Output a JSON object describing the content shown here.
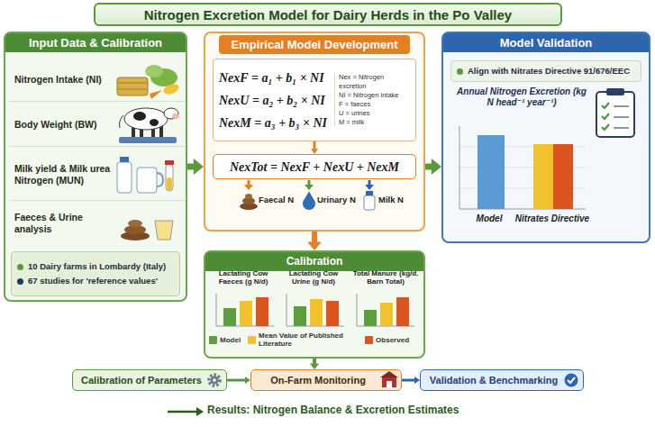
{
  "diagram": {
    "title": "Nitrogen Excretion Model for Dairy Herds in the Po Valley",
    "nodes": [
      {
        "text": [
          "Input Data & Calibration"
        ]
      },
      {
        "text": [
          "Nitrogen Intake (NI)"
        ],
        "in": 0
      },
      {
        "text": [
          "Body Weight (BW)"
        ],
        "in": 0
      },
      {
        "text": [
          "Milk yield & Milk urea Nitrogen (MUN)"
        ],
        "in": 0
      },
      {
        "text": [
          "Faeces & Urine analysis"
        ],
        "in": 0
      },
      {
        "text": [
          "10 Dairy farms in Lombardy (Italy)",
          "67 studies for 'reference values'"
        ],
        "in": 0
      },
      {
        "text": [
          "Empirical Model Development"
        ]
      },
      {
        "text": [
          "NexF = a₁ + b₁ × NI",
          "NexU = a₂ + b₂ × NI",
          "NexM = a₃ + b₃ × NI",
          "Nex = Nitrogen excretion",
          "NI = Nitrogen intake",
          "F = faeces",
          "U = urines",
          "M = milk"
        ],
        "in": 6
      },
      {
        "text": [
          "NexTot = NexF + NexU + NexM"
        ],
        "in": 6
      },
      {
        "text": [
          "Model Validation"
        ]
      },
      {
        "text": [
          "Align with Nitrates Directive 91/676/EEC"
        ],
        "in": 9
      },
      {
        "text": [
          "Calibration"
        ]
      },
      {
        "text": [
          "Calibration of Parameters"
        ]
      },
      {
        "text": [
          "On-Farm Monitoring"
        ]
      },
      {
        "text": [
          "Validation & Benchmarking"
        ]
      }
    ],
    "edges": [
      {
        "from": 0,
        "to": 6,
        "arrow": "to"
      },
      {
        "from": 6,
        "to": 9,
        "arrow": "to"
      },
      {
        "from": 7,
        "to": 8,
        "arrow": "to"
      },
      {
        "from": 6,
        "to": 11,
        "arrow": "to"
      },
      {
        "from": 11,
        "to": 13,
        "arrow": "to"
      },
      {
        "from": 12,
        "to": 13,
        "arrow": "to"
      },
      {
        "from": 13,
        "to": 14,
        "arrow": "to"
      }
    ],
    "labels": [
      "Faecal N",
      "Urinary N",
      "Milk N",
      "Annual Nitrogen Excretion (kg N head⁻¹ year⁻¹)",
      "Model",
      "Nitrates Directive",
      "Lactating Cow Faeces (g N/d)",
      "Lactating Cow Urine (g N/d)",
      "Total Manure (kg/d. Barn Total)",
      "Results: Nitrogen Balance & Excretion Estimates"
    ],
    "legend": [
      {
        "text": "Model",
        "color": "#5f9e3f"
      },
      {
        "text": "Mean Value of Published Literature",
        "color": "#f2c12e"
      },
      {
        "text": "Observed",
        "color": "#d9541e"
      }
    ]
  }
}
